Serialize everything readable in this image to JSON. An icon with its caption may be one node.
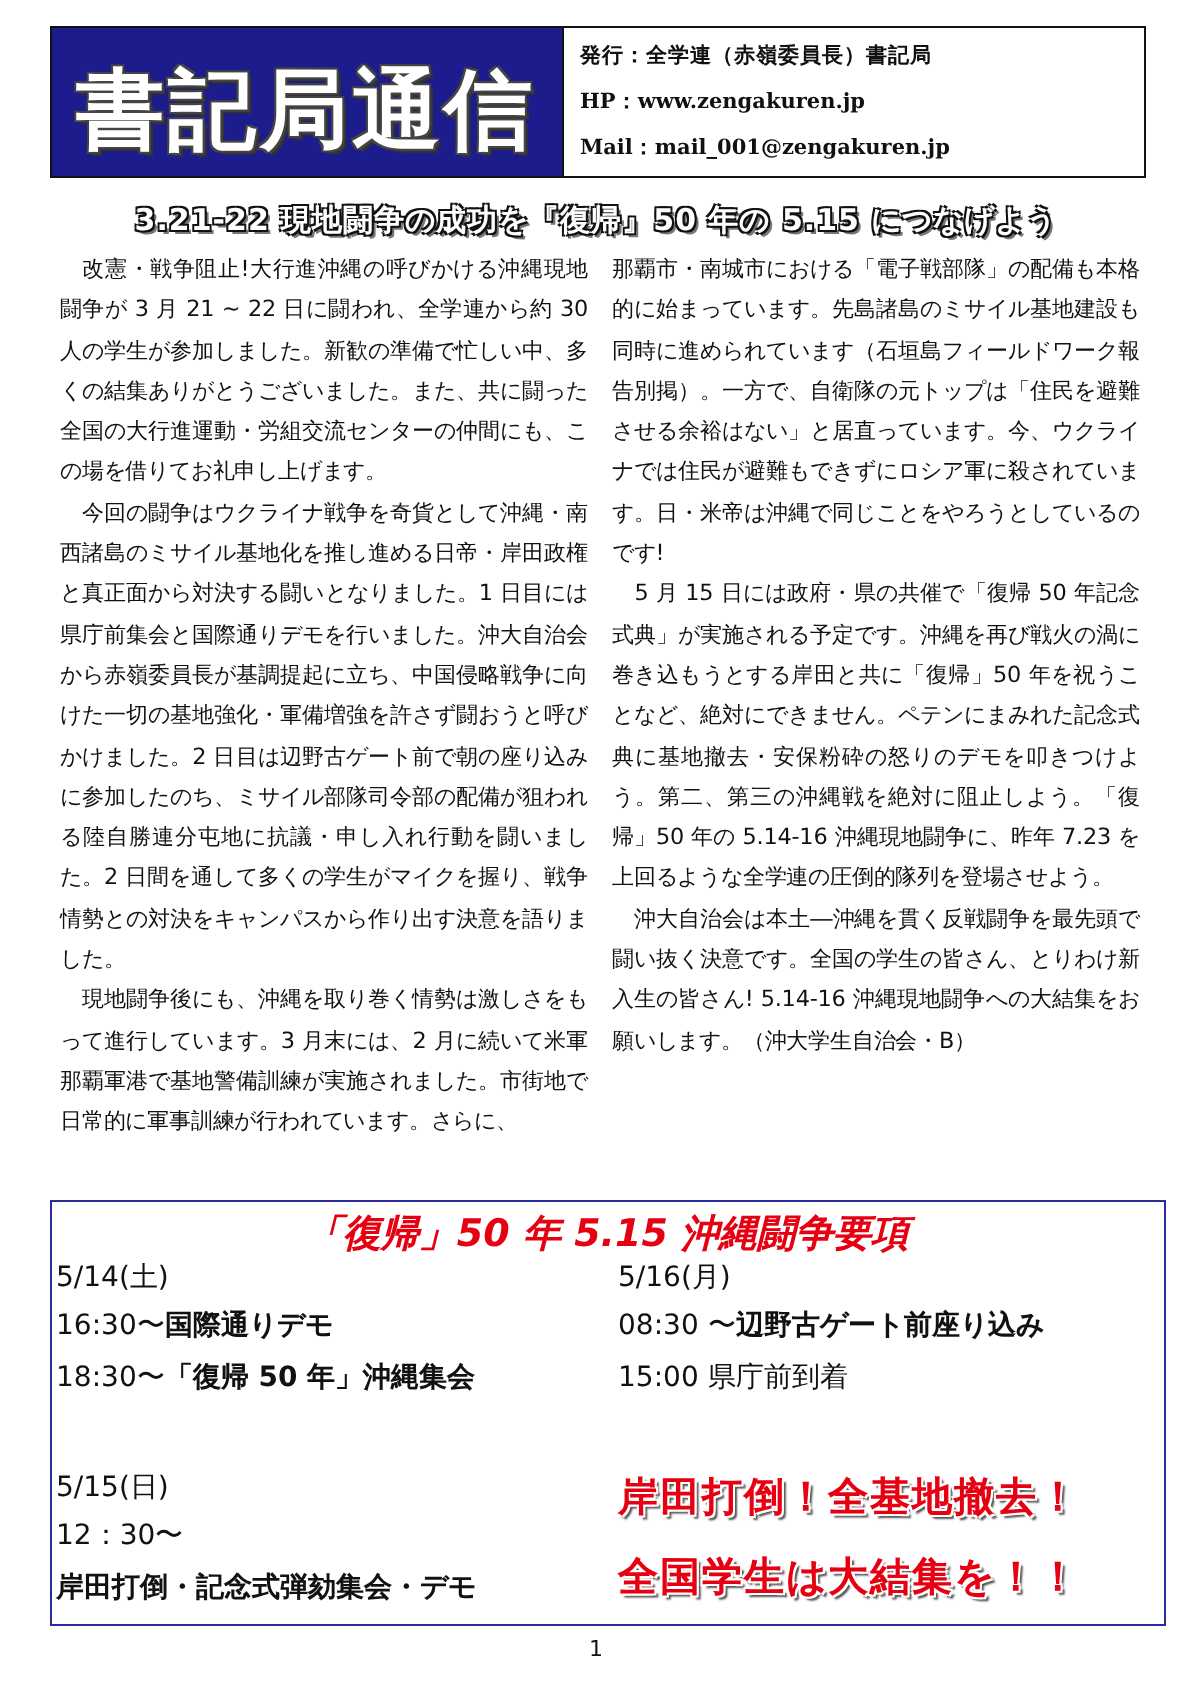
{
  "diagram": {
    "title": "3.21-22 現地闘争の成功を『復帰』50 年の 5.15 につなげよう",
    "nodes": [
      {
        "text": [
          "書記局通信"
        ]
      },
      {
        "text": [
          "発行：全学連（赤嶺委員長）書記局",
          "HP：www.zengakuren.jp",
          "Mail：mail_001@zengakuren.jp"
        ]
      },
      {
        "text": [
          "「復帰」50 年 5.15 沖縄闘争要項",
          "5/14(土)",
          "16:30〜**国際通りデモ**",
          "18:30〜**「復帰 50 年」沖縄集会**",
          "5/15(日)",
          "12：30〜",
          "岸田打倒・記念式弾劾集会・デモ",
          "5/16(月)",
          "08:30 〜**辺野古ゲート前座り込み**",
          "15:00 県庁前到着",
          "岸田打倒！全基地撤去！",
          "全国学生は大結集を！！"
        ]
      }
    ],
    "edges": [],
    "labels": [
      "改憲・戦争阻止!大行進沖縄の呼びかける沖縄現地闘争が 3 月 21 ~ 22 日に闘われ、全学連から約 30 人の学生が参加しました。新歓の準備で忙しい中、多くの結集ありがとうございました。また、共に闘った全国の大行進運動・労組交流センターの仲間にも、この場を借りてお礼申し上げます。",
      "今回の闘争はウクライナ戦争を奇貨として沖縄・南西諸島のミサイル基地化を推し進める日帝・岸田政権と真正面から対決する闘いとなりました。1 日目には県庁前集会と国際通りデモを行いました。沖大自治会から赤嶺委員長が基調提起に立ち、中国侵略戦争に向けた一切の基地強化・軍備増強を許さず闘おうと呼びかけました。2 日目は辺野古ゲート前で朝の座り込みに参加したのち、ミサイル部隊司令部の配備が狙われる陸自勝連分屯地に抗議・申し入れ行動を闘いました。2 日間を通して多くの学生がマイクを握り、戦争情勢との対決をキャンパスから作り出す決意を語りました。",
      "現地闘争後にも、沖縄を取り巻く情勢は激しさをもって進行しています。3 月末には、2 月に続いて米軍那覇軍港で基地警備訓練が実施されました。市街地で日常的に軍事訓練が行われています。さらに、",
      "那覇市・南城市における「電子戦部隊」の配備も本格的に始まっています。先島諸島のミサイル基地建設も同時に進められています（石垣島フィールドワーク報告別掲）。一方で、自衛隊の元トップは「住民を避難させる余裕はない」と居直っています。今、ウクライナでは住民が避難もできずにロシア軍に殺されています。日・米帝は沖縄で同じことをやろうとしているのです!",
      "5 月 15 日には政府・県の共催で「復帰 50 年記念式典」が実施される予定です。沖縄を再び戦火の渦に巻き込もうとする岸田と共に「復帰」50 年を祝うことなど、絶対にできません。ペテンにまみれた記念式典に基地撤去・安保粉砕の怒りのデモを叩きつけよう。第二、第三の沖縄戦を絶対に阻止しよう。「復帰」50 年の 5.14-16 沖縄現地闘争に、昨年 7.23 を上回るような全学連の圧倒的隊列を登場させよう。",
      "沖大自治会は本土―沖縄を貫く反戦闘争を最先頭で闘い抜く決意です。全国の学生の皆さん、とりわけ新入生の皆さん! 5.14-16 沖縄現地闘争への大結集をお願いします。（沖大学生自治会・B）",
      "1"
    ]
  }
}
